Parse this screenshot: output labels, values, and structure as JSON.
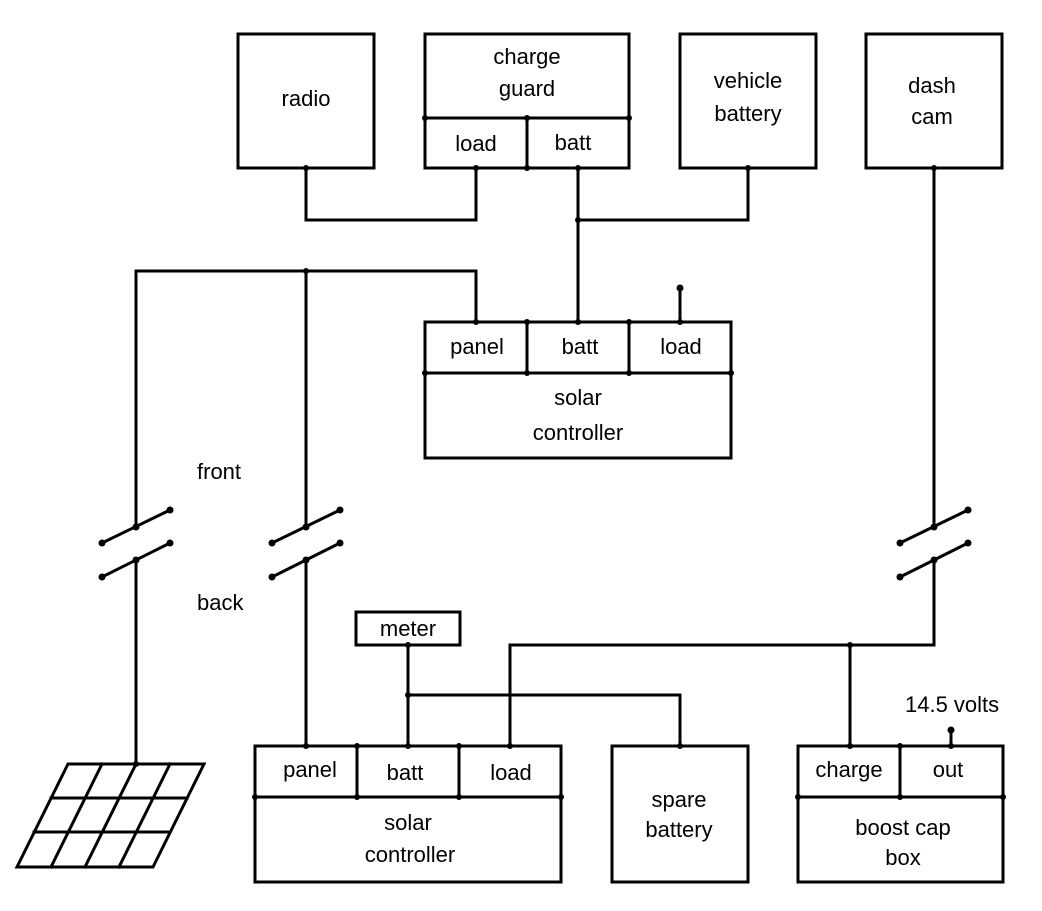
{
  "diagram": {
    "type": "wiring-diagram",
    "components": {
      "radio": {
        "label": [
          "radio"
        ]
      },
      "charge_guard": {
        "label": [
          "charge",
          "guard"
        ],
        "ports": [
          "load",
          "batt"
        ]
      },
      "vehicle_battery": {
        "label": [
          "vehicle",
          "battery"
        ]
      },
      "dash_cam": {
        "label": [
          "dash",
          "cam"
        ]
      },
      "solar_controller_front": {
        "label": [
          "solar",
          "controller"
        ],
        "ports": [
          "panel",
          "batt",
          "load"
        ]
      },
      "solar_controller_back": {
        "label": [
          "solar",
          "controller"
        ],
        "ports": [
          "panel",
          "batt",
          "load"
        ]
      },
      "meter": {
        "label": [
          "meter"
        ]
      },
      "spare_battery": {
        "label": [
          "spare",
          "battery"
        ]
      },
      "boost_cap_box": {
        "label": [
          "boost cap",
          "box"
        ],
        "ports": [
          "charge",
          "out"
        ]
      },
      "solar_panel": {
        "label": []
      }
    },
    "annotations": {
      "front": "front",
      "back": "back",
      "output_voltage": "14.5 volts"
    },
    "connections": [
      {
        "from": "radio",
        "to": "charge_guard.load"
      },
      {
        "from": "charge_guard.batt",
        "to": "vehicle_battery"
      },
      {
        "from": "charge_guard.batt",
        "to": "solar_controller_front.batt"
      },
      {
        "from": "solar_panel",
        "to": "solar_controller_front.panel",
        "via": "front/back connector"
      },
      {
        "from": "solar_panel",
        "to": "solar_controller_back.panel",
        "via": "front/back connector"
      },
      {
        "from": "solar_controller_back.batt",
        "to": "meter"
      },
      {
        "from": "solar_controller_back.batt",
        "to": "spare_battery"
      },
      {
        "from": "solar_controller_back.load",
        "to": "boost_cap_box.charge"
      },
      {
        "from": "dash_cam",
        "to": "boost_cap_box.charge",
        "via": "front/back connector"
      }
    ]
  }
}
